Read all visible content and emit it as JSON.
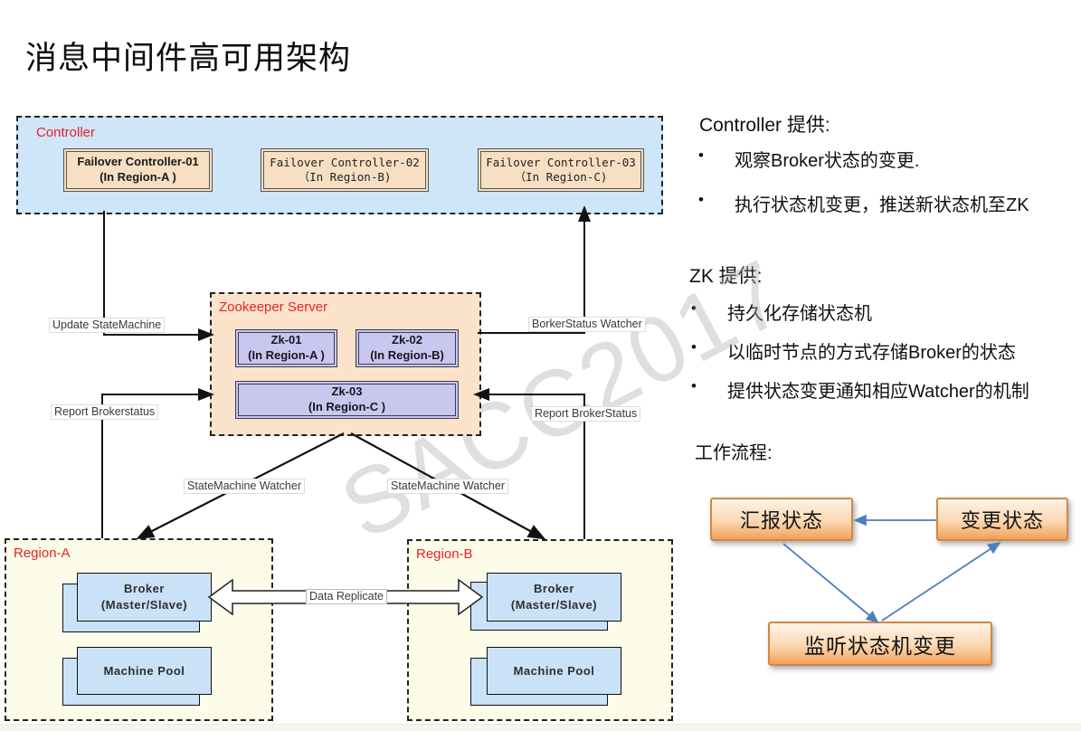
{
  "title": "消息中间件高可用架构",
  "watermark": "SACC2017",
  "colors": {
    "controller_fill": "#cfe5f8",
    "zookeeper_fill": "#fbe3cb",
    "region_fill": "#fcfce9",
    "failover_node_fill": "#f7dfc3",
    "zk_node_fill": "#c9c7ef",
    "broker_node_fill": "#c9e2f8",
    "group_label_red": "#ea2323",
    "flow_box_orange": "#f2a058",
    "flow_arrow_blue": "#4d7ebf",
    "wire_black": "#111111"
  },
  "diagram": {
    "controller": {
      "label": "Controller",
      "nodes": [
        {
          "line1": "Failover Controller-01",
          "line2": "(In Region-A )"
        },
        {
          "line1": "Failover Controller-02",
          "line2": "（In Region-B)"
        },
        {
          "line1": "Failover Controller-03",
          "line2": "（In Region-C)"
        }
      ]
    },
    "zookeeper": {
      "label": "Zookeeper Server",
      "nodes": [
        {
          "line1": "Zk-01",
          "line2": "(In Region-A )"
        },
        {
          "line1": "Zk-02",
          "line2": "(In Region-B)"
        },
        {
          "line1": "Zk-03",
          "line2": "(In Region-C )"
        }
      ]
    },
    "regions": [
      {
        "label": "Region-A",
        "broker_line1": "Broker",
        "broker_line2": "(Master/Slave)",
        "pool": "Machine Pool"
      },
      {
        "label": "Region-B",
        "broker_line1": "Broker",
        "broker_line2": "(Master/Slave)",
        "pool": "Machine Pool"
      }
    ],
    "edges": {
      "update_statemachine": "Update StateMachine",
      "report_brokerstatus_left": "Report Brokerstatus",
      "borkerstatus_watcher": "BorkerStatus Watcher",
      "report_brokerstatus_right": "Report BrokerStatus",
      "statemachine_watcher_left": "StateMachine Watcher",
      "statemachine_watcher_right": "StateMachine Watcher",
      "data_replicate": "Data Replicate"
    }
  },
  "sidebar": {
    "sections": [
      {
        "heading": "Controller 提供:",
        "bullets": [
          "观察Broker状态的变更.",
          "执行状态机变更，推送新状态机至ZK"
        ]
      },
      {
        "heading": "ZK 提供:",
        "bullets": [
          "持久化存储状态机",
          "以临时节点的方式存储Broker的状态",
          "提供状态变更通知相应Watcher的机制"
        ]
      },
      {
        "heading": "工作流程:",
        "bullets": []
      }
    ],
    "flow": {
      "report_state": "汇报状态",
      "change_state": "变更状态",
      "watch_statemachine": "监听状态机变更"
    }
  }
}
